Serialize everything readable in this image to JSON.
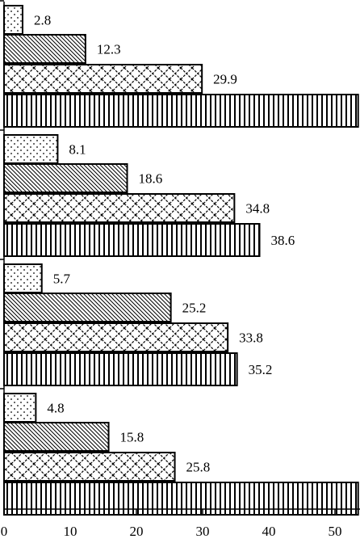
{
  "chart_data": {
    "type": "bar",
    "orientation": "horizontal",
    "title": "",
    "xlabel": "",
    "ylabel": "",
    "xlim": [
      0,
      53.5
    ],
    "xticks": [
      0,
      10,
      20,
      30,
      40,
      50
    ],
    "grid": false,
    "legend": "none",
    "bar_labels": true,
    "colors": {
      "stroke": "#000000",
      "background": "#ffffff"
    },
    "series_patterns": [
      "dots",
      "diagonal-lines",
      "crosshatch",
      "vertical-lines"
    ],
    "groups": [
      {
        "values": [
          2.8,
          12.3,
          29.9,
          53.5
        ],
        "labels": [
          "2.8",
          "12.3",
          "29.9",
          ""
        ]
      },
      {
        "values": [
          8.1,
          18.6,
          34.8,
          38.6
        ],
        "labels": [
          "8.1",
          "18.6",
          "34.8",
          "38.6"
        ]
      },
      {
        "values": [
          5.7,
          25.2,
          33.8,
          35.2
        ],
        "labels": [
          "5.7",
          "25.2",
          "33.8",
          "35.2"
        ]
      },
      {
        "values": [
          4.8,
          15.8,
          25.8,
          53.5
        ],
        "labels": [
          "4.8",
          "15.8",
          "25.8",
          ""
        ]
      }
    ]
  }
}
